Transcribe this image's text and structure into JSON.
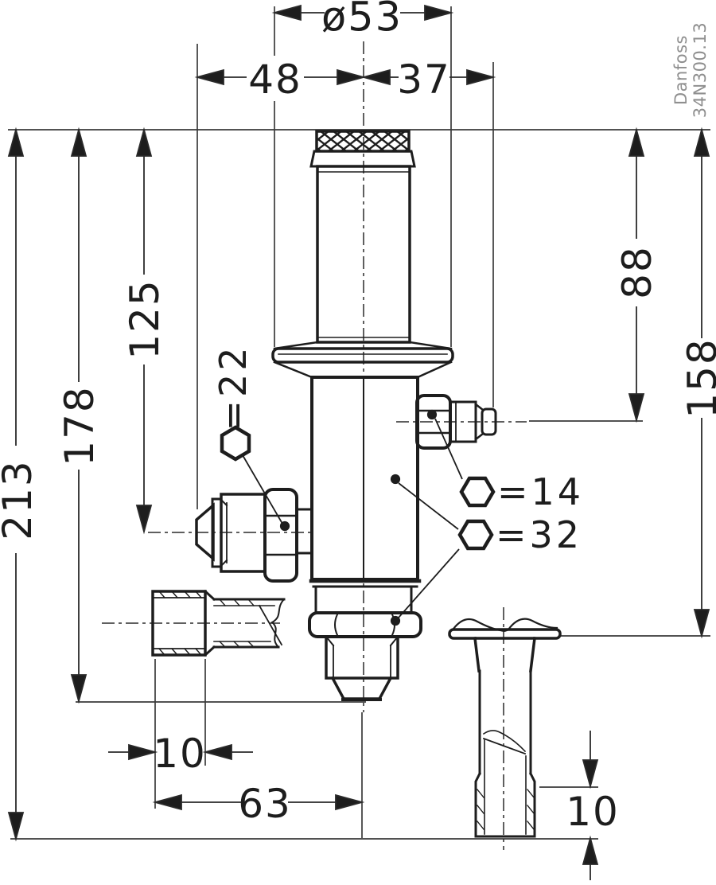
{
  "drawing": {
    "brand": "Danfoss",
    "code": "34N300.13"
  },
  "dimensions": {
    "top_diameter": "ø53",
    "left_port_to_center": "48",
    "center_to_side_port": "37",
    "overall_height": "213",
    "height_to_bottom_fitting": "178",
    "height_to_left_port_center": "125",
    "height_to_side_port_center": "88",
    "height_to_outlet_flare": "158",
    "tube_socket_depth_left": "10",
    "tube_end_to_center": "63",
    "outlet_socket_depth": "10"
  },
  "hex_key_labels": {
    "left_port_nut": "=22",
    "side_port_nut": "=14",
    "body_and_bottom_nut": "=32"
  },
  "colors": {
    "line": "#1d1d1d",
    "dim_line": "#3a3a3a",
    "brand_text": "#8f8f8f",
    "background": "#ffffff"
  }
}
